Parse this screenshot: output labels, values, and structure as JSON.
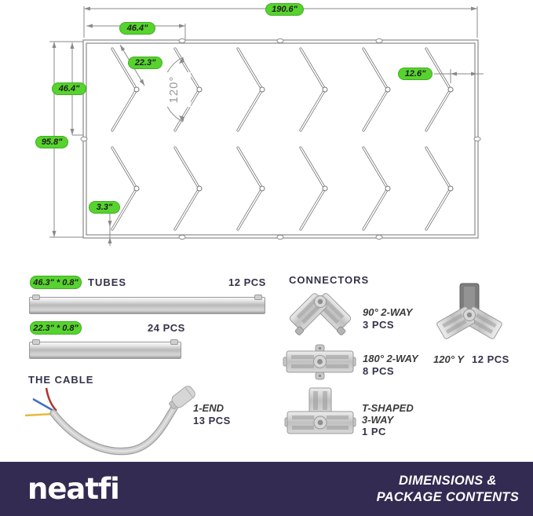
{
  "diagram": {
    "total_width": "190.6\"",
    "section_width": "46.4\"",
    "tube_length": "22.3\"",
    "half_height": "46.4\"",
    "total_height": "95.8\"",
    "angle": "120°",
    "edge_gap": "12.6\"",
    "bottom_gap": "3.3\""
  },
  "tubes": {
    "heading": "TUBES",
    "long": {
      "size": "46.3\" * 0.8\"",
      "qty": "12 PCS"
    },
    "short": {
      "size": "22.3\" * 0.8\"",
      "qty": "24 PCS"
    }
  },
  "cable": {
    "heading": "THE CABLE",
    "type": "1-END",
    "qty": "13 PCS"
  },
  "connectors": {
    "heading": "CONNECTORS",
    "way90": {
      "name": "90° 2-WAY",
      "qty": "3 PCS"
    },
    "way180": {
      "name": "180° 2-WAY",
      "qty": "8 PCS"
    },
    "y120": {
      "name": "120° Y",
      "qty": "12 PCS"
    },
    "t": {
      "name": "T-SHAPED",
      "name2": "3-WAY",
      "qty": "1 PC"
    }
  },
  "footer": {
    "brand": "neatfi",
    "line1": "DIMENSIONS &",
    "line2": "PACKAGE CONTENTS"
  },
  "colors": {
    "pill_green": "#57d32f",
    "footer_bg": "#332b52",
    "wire_yellow": "#e6b93c",
    "wire_blue": "#3f6fc4",
    "wire_red": "#b0342f"
  }
}
